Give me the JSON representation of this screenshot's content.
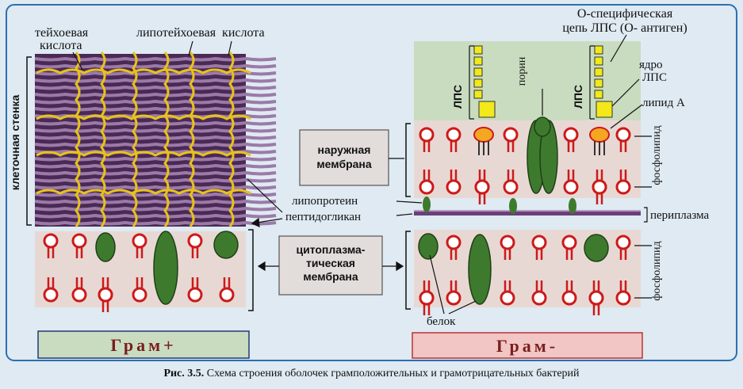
{
  "labels": {
    "teichoic_acid": [
      "тейхоевая",
      "кислота"
    ],
    "lipoteichoic_acid": "липотейхоевая  кислота",
    "cell_wall": "клеточная стенка",
    "o_chain": [
      "О-специфическая",
      "цепь ЛПС (О- антиген)"
    ],
    "lps_core": [
      "ядро",
      "ЛПС"
    ],
    "lipid_a": "липид А",
    "lps": "ЛПС",
    "porin": "порин",
    "phospholipid": "фосфолипид",
    "outer_membrane": [
      "наружная",
      "мембрана"
    ],
    "lipoprotein": "липопротеин",
    "peptidoglycan": "пептидогликан",
    "periplasm": "периплазма",
    "cytoplasmic_membrane": [
      "цитоплазма-",
      "тическая",
      "мембрана"
    ],
    "protein": "белок",
    "gram_positive": "Грам+",
    "gram_negative": "Грам-"
  },
  "caption": {
    "number": "Рис. 3.5.",
    "text": "Схема строения оболочек грамположительных и грамотрицательных бактерий"
  },
  "colors": {
    "background": "#dfeaf2",
    "membrane_bg": "#e8d8d4",
    "phospholipid": "#cc1a1a",
    "protein": "#3e7a2e",
    "peptidoglycan": "#6b3f78",
    "teichoic": "#e8c21a",
    "gram_pos_box": "#c9dcc0",
    "gram_neg_box": "#f1c6c4"
  }
}
